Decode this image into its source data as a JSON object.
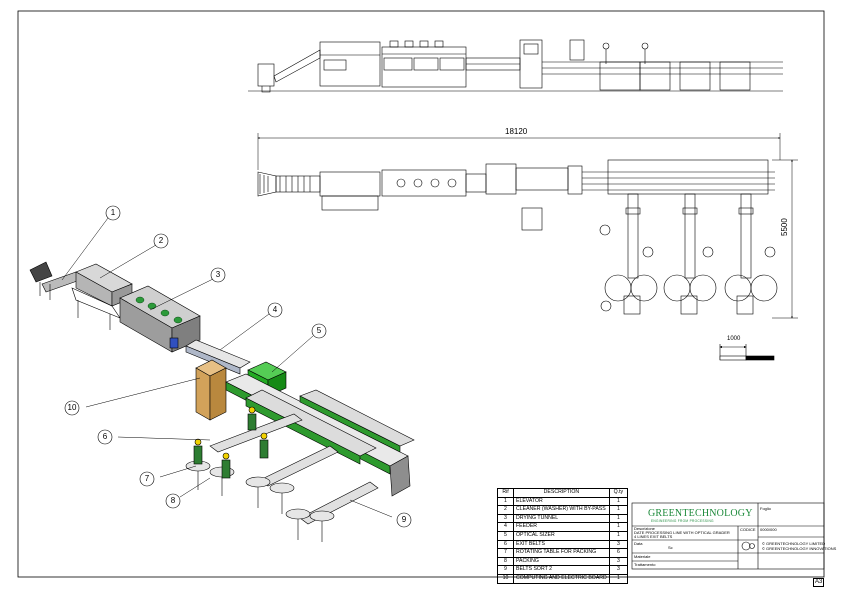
{
  "drawing": {
    "overall_length": "18120",
    "overall_width": "5500",
    "scale_bar": "1000",
    "sheet_size": "A3"
  },
  "callouts": [
    "1",
    "2",
    "3",
    "4",
    "5",
    "6",
    "7",
    "8",
    "9",
    "10"
  ],
  "bom": {
    "headers": {
      "ref": "Rif",
      "description": "DESCRIPTION",
      "qty": "Q.ty"
    },
    "rows": [
      {
        "ref": "1",
        "description": "ELEVATOR",
        "qty": "1"
      },
      {
        "ref": "2",
        "description": "CLEANER (WASHER) WITH BY-PASS",
        "qty": "1"
      },
      {
        "ref": "3",
        "description": "DRYING TUNNEL",
        "qty": "1"
      },
      {
        "ref": "4",
        "description": "FEEDER",
        "qty": "1"
      },
      {
        "ref": "5",
        "description": "OPTICAL SIZER",
        "qty": "1"
      },
      {
        "ref": "6",
        "description": "EXIT BELTS",
        "qty": "3"
      },
      {
        "ref": "7",
        "description": "ROTATING TABLE FOR PACKING",
        "qty": "6"
      },
      {
        "ref": "8",
        "description": "PACKING",
        "qty": "3"
      },
      {
        "ref": "9",
        "description": "BELTS SORT 2",
        "qty": "3"
      },
      {
        "ref": "10",
        "description": "COMPUTING AND ELECTRIC BOARD",
        "qty": "1"
      }
    ]
  },
  "title_block": {
    "company": "GREENTECHNOLOGY",
    "slogan": "ENGINEERING FROM PROCESSING",
    "description_label": "Descrizione",
    "description_line1": "DATE PROCESSING LINE WITH OPTICAL GRADER",
    "description_line2": "4 LINES EXIT BELTS",
    "data_label": "Data",
    "scale_label": "Sc",
    "material_label": "Materiale",
    "treatment_label": "Trattamento",
    "codice_label": "CODICE",
    "codice_value": "0000/000",
    "foglio_label": "Foglio",
    "rights_line1": "© GREENTECHNOLOGY LIMITED",
    "rights_line2": "© GREENTECHNOLOGY INNOVATIONS"
  },
  "colors": {
    "line": "#000000",
    "machine_grey": "#9a9a9a",
    "frame_green": "#2e9a2e",
    "sizer_green": "#22aa22",
    "board_tan": "#d2a25a",
    "worker_green": "#2e7d32",
    "helmet_yellow": "#f2d200",
    "logo_green": "#1d8a3b"
  }
}
